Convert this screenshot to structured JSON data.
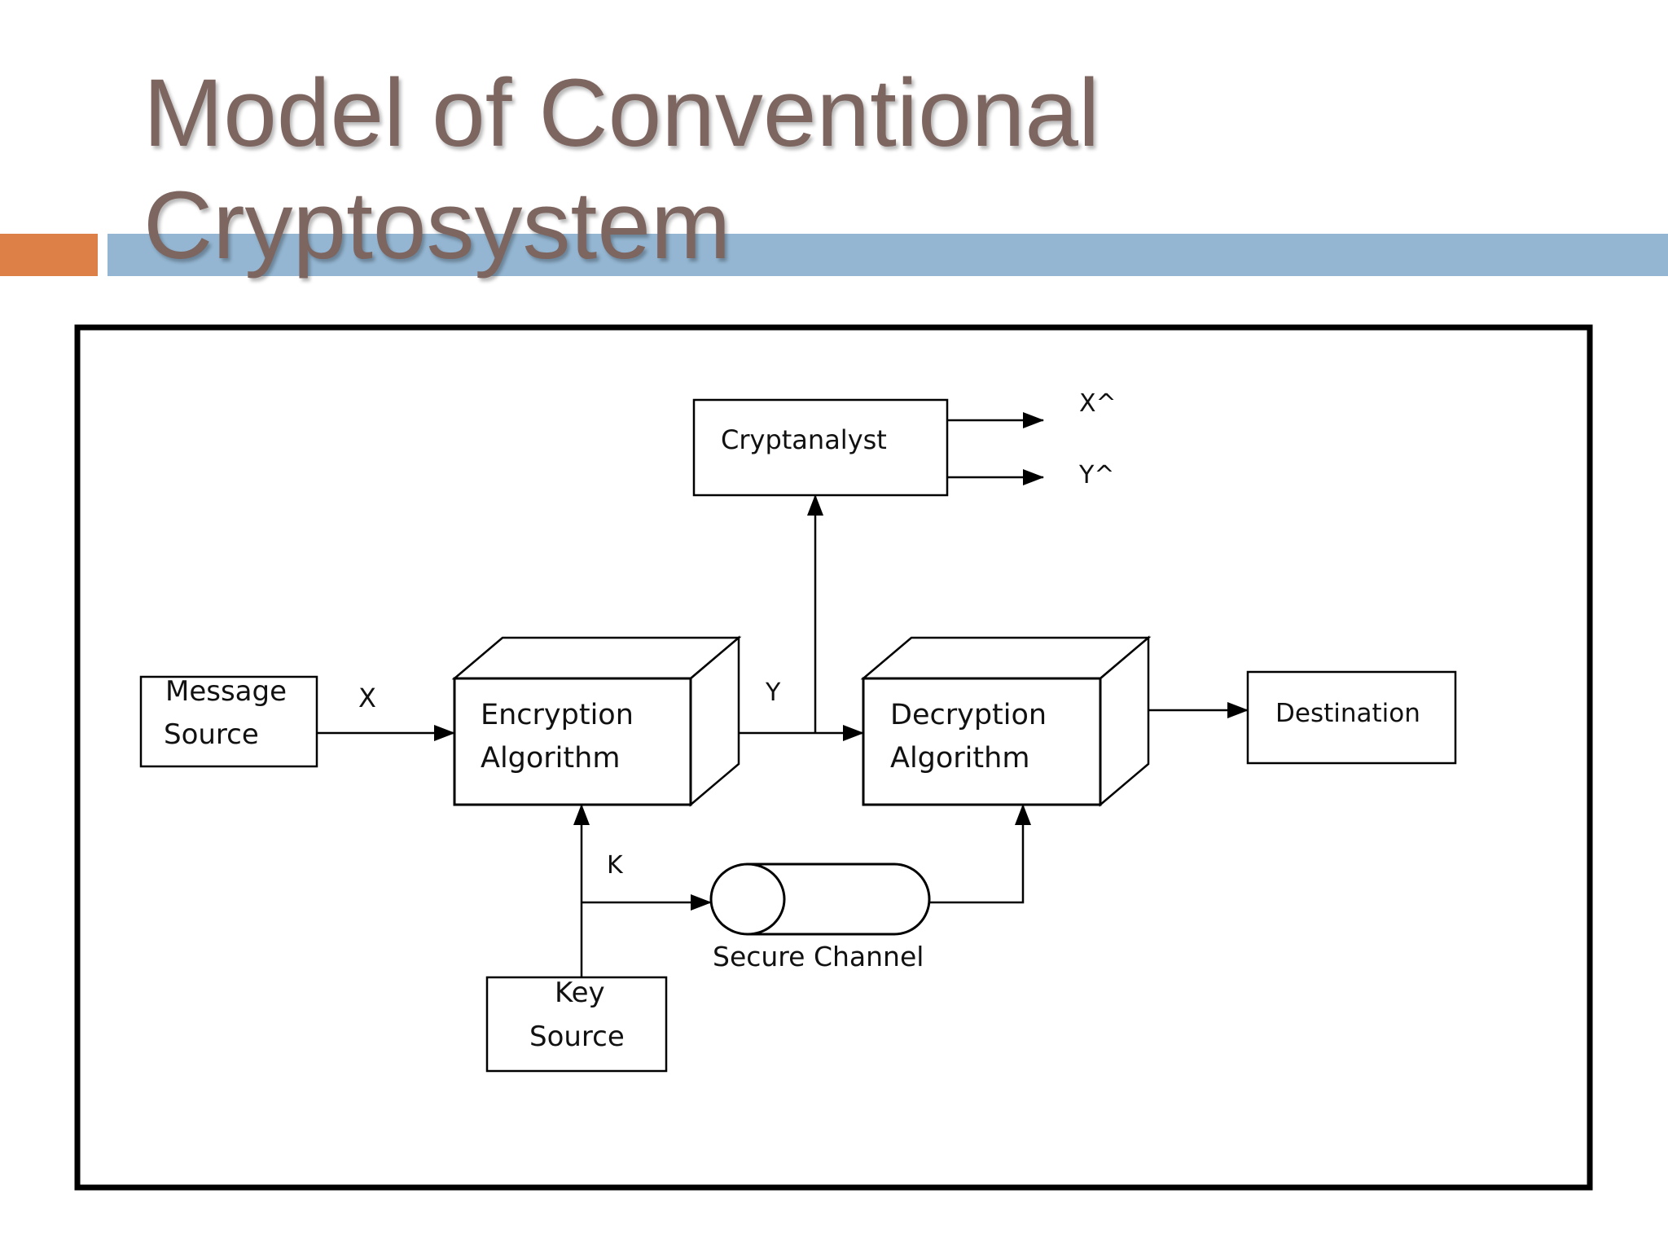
{
  "title": {
    "line1": "Model of Conventional",
    "line2": "Cryptosystem"
  },
  "colors": {
    "title": "#7d6560",
    "accent_orange": "#dd8047",
    "accent_blue": "#94b6d2"
  },
  "diagram": {
    "message_source": {
      "line1": "Message",
      "line2": "Source"
    },
    "encryption": {
      "line1": "Encryption",
      "line2": "Algorithm"
    },
    "decryption": {
      "line1": "Decryption",
      "line2": "Algorithm"
    },
    "destination": "Destination",
    "cryptanalyst": "Cryptanalyst",
    "key_source": {
      "line1": "Key",
      "line2": "Source"
    },
    "secure_channel": "Secure Channel",
    "labels": {
      "x": "X",
      "y": "Y",
      "k": "K",
      "x_hat": "X^",
      "y_hat": "Y^"
    }
  }
}
